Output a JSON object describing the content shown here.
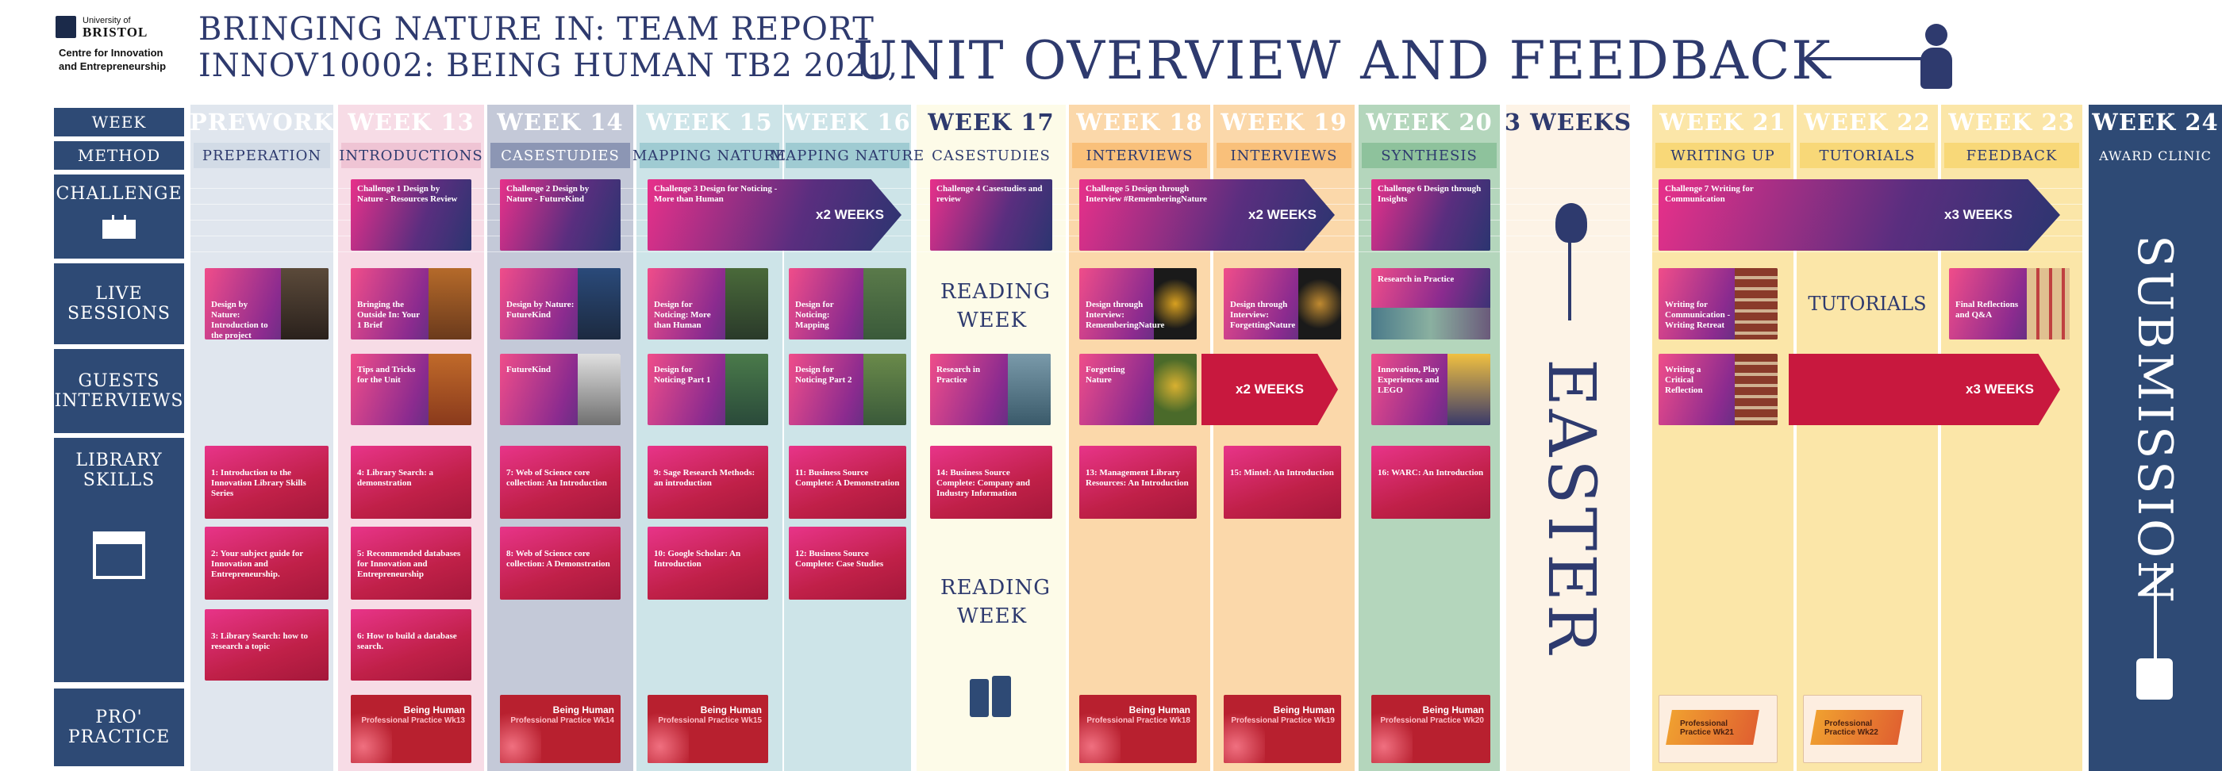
{
  "header": {
    "logo_university": "University of",
    "logo_bristol": "BRISTOL",
    "logo_centre_line1": "Centre for Innovation",
    "logo_centre_line2": "and Entrepreneurship",
    "title_line1": "BRINGING NATURE IN: TEAM REPORT",
    "title_line2": "INNOV10002: BEING HUMAN TB2 2021,",
    "title_big": "UNIT OVERVIEW AND FEEDBACK"
  },
  "row_labels": {
    "week": "WEEK",
    "method": "METHOD",
    "challenge": "CHALLENGE",
    "live_line1": "LIVE",
    "live_line2": "SESSIONS",
    "guests_line1": "GUESTS",
    "guests_line2": "INTERVIEWS",
    "library_line1": "LIBRARY",
    "library_line2": "SKILLS",
    "pro_line1": "PRO'",
    "pro_line2": "PRACTICE"
  },
  "columns": [
    {
      "week": "PREWORK",
      "method": "PREPERATION"
    },
    {
      "week": "WEEK 13",
      "method": "INTRODUCTIONS"
    },
    {
      "week": "WEEK 14",
      "method": "CASESTUDIES"
    },
    {
      "week": "WEEK 15",
      "method": "MAPPING NATURE"
    },
    {
      "week": "WEEK 16",
      "method": "MAPPING NATURE"
    },
    {
      "week": "WEEK 17",
      "method": "CASESTUDIES"
    },
    {
      "week": "WEEK 18",
      "method": "INTERVIEWS"
    },
    {
      "week": "WEEK 19",
      "method": "INTERVIEWS"
    },
    {
      "week": "WEEK 20",
      "method": "SYNTHESIS"
    },
    {
      "week": "3 WEEKS",
      "method": ""
    },
    {
      "week": "WEEK 21",
      "method": "WRITING UP"
    },
    {
      "week": "WEEK 22",
      "method": "TUTORIALS"
    },
    {
      "week": "WEEK 23",
      "method": "FEEDBACK"
    },
    {
      "week": "WEEK 24",
      "method": "AWARD CLINIC"
    }
  ],
  "challenges": {
    "c1": "Challenge 1 Design by Nature - Resources Review",
    "c2": "Challenge 2 Design by Nature - FutureKind",
    "c3": "Challenge 3 Design for Noticing - More than Human",
    "c4": "Challenge 4 Casestudies and review",
    "c5": "Challenge 5 Design through Interview #RememberingNature",
    "c6": "Challenge 6 Design through Insights",
    "c7": "Challenge 7 Writing for Communication",
    "x2_weeks": "x2 WEEKS",
    "x3_weeks": "x3 WEEKS"
  },
  "live_sessions": {
    "w13": "Design by Nature: Introduction to the project",
    "w13b": "Bringing the Outside In: Your 1 Brief",
    "w14": "Design by Nature: FutureKind",
    "w15": "Design for Noticing: More than Human",
    "w16": "Design for Noticing: Mapping",
    "w18": "Design through Interview: RememberingNature",
    "w19": "Design through Interview: ForgettingNature",
    "w20": "Research in Practice",
    "w21": "Writing for Communication - Writing Retreat",
    "w22": "TUTORIALS",
    "w23": "Final Reflections and Q&A"
  },
  "guests": {
    "w13": "Tips and Tricks for the Unit",
    "w14": "FutureKind",
    "w15": "Design for Noticing Part 1",
    "w16": "Design for Noticing Part 2",
    "w17": "Research in Practice",
    "w18": "Forgetting Nature",
    "w20": "Innovation, Play Experiences and LEGO",
    "w21": "Writing a Critical Reflection"
  },
  "library": {
    "w13a": "1: Introduction to the Innovation Library Skills Series",
    "w13b": "2: Your subject guide for Innovation and Entrepreneurship.",
    "w13c": "3: Library Search: how to research a topic",
    "w14a": "4: Library Search: a demonstration",
    "w14b": "5: Recommended databases for Innovation and Entrepreneurship",
    "w14c": "6: How to build a database search.",
    "w15a": "7: Web of Science core collection: An Introduction",
    "w15b": "8: Web of Science core collection: A Demonstration",
    "w16a": "9: Sage Research Methods: an introduction",
    "w16b": "10: Google Scholar: An Introduction",
    "w17a": "11: Business Source Complete: A Demonstration",
    "w17b": "12: Business Source Complete: Case Studies",
    "w17c": "14: Business Source Complete: Company and Industry Information",
    "w18a": "13: Management Library Resources: An Introduction",
    "w19a": "15: Mintel: An Introduction",
    "w20a": "16: WARC: An Introduction"
  },
  "pro_practice": {
    "title": "Being Human",
    "w13": "Professional Practice Wk13",
    "w14": "Professional Practice Wk14",
    "w15": "Professional Practice Wk15",
    "w18": "Professional Practice Wk18",
    "w19": "Professional Practice Wk19",
    "w20": "Professional Practice Wk20",
    "w21": "Professional Practice Wk21",
    "w22": "Professional Practice Wk22"
  },
  "reading_week": "READING WEEK",
  "easter": "EASTER",
  "submission": "SUBMISSION",
  "colors": {
    "navy": "#2e3a6e",
    "prework": "#e0e6ee",
    "week13": "#f5d9e4",
    "week14": "#c0c6d6",
    "week15": "#cfe6ea",
    "week17": "#fdfbe8",
    "week18": "#fbd5a6",
    "week20": "#b4d6bc",
    "week21": "#fbe6a8",
    "submission": "#2e4a75"
  }
}
